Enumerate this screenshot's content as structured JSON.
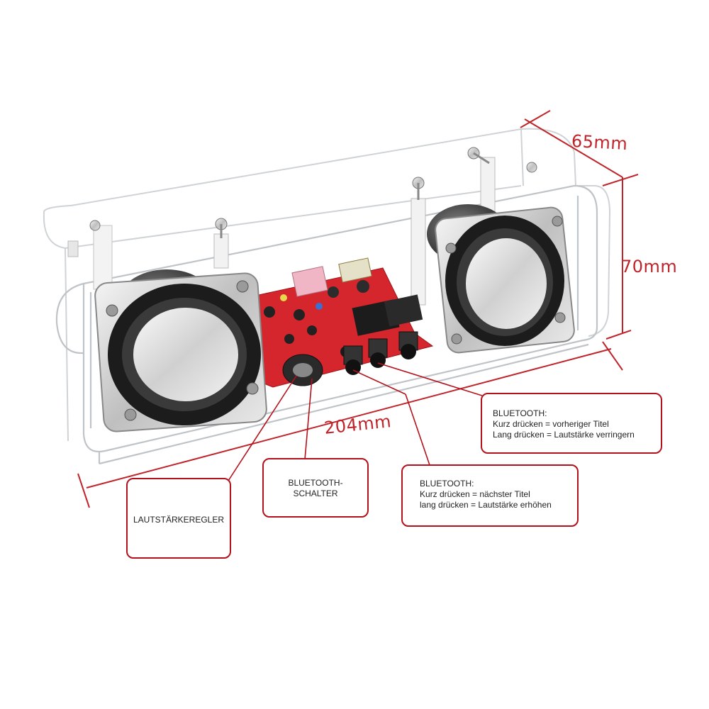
{
  "dimensions": {
    "depth": "65mm",
    "height": "70mm",
    "length": "204mm"
  },
  "callouts": {
    "bluetooth_prev": {
      "title": "BLUETOOTH:",
      "line1": "Kurz drücken = vorheriger Titel",
      "line2": "Lang drücken = Lautstärke verringern"
    },
    "bluetooth_next": {
      "title": "BLUETOOTH:",
      "line1": "Kurz drücken = nächster Titel",
      "line2": "lang drücken = Lautstärke erhöhen"
    },
    "bluetooth_switch": {
      "line1": "BLUETOOTH-",
      "line2": "SCHALTER"
    },
    "volume": {
      "label": "LAUTSTÄRKEREGLER"
    }
  },
  "colors": {
    "dimension_lines": "#c0242b",
    "callout_border": "#b3121c",
    "pcb": "#d4262c"
  }
}
